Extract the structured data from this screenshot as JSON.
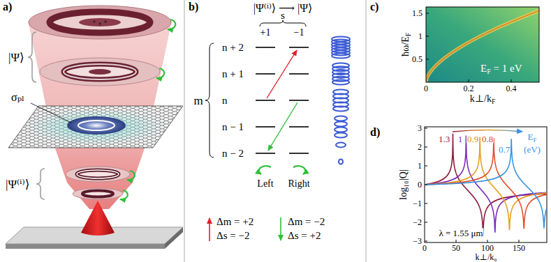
{
  "diagram": {
    "labels": [
      "a)",
      "|Ψ⟩",
      "σₚₗ",
      "|Ψ⁽ⁱ⁾⟩",
      "b)",
      "|Ψ⁽ⁱ⁾⟩ ⟶ |Ψ⟩",
      "s",
      "+1",
      "−1",
      "n + 2",
      "n + 1",
      "n",
      "n − 1",
      "n − 2",
      "m",
      "Left",
      "Right",
      "Δm = +2",
      "Δs = −2",
      "Δm = −2",
      "Δs = +2",
      "c)",
      "1.5",
      "1",
      "0.5",
      "0",
      "0.2",
      "0.4",
      "ħω/E",
      "F",
      "k⊥/k",
      "F",
      "E",
      "F",
      "= 1 eV",
      "d)",
      "3",
      "2",
      "1",
      "0",
      "−1",
      "−2",
      "−3",
      "0",
      "50",
      "100",
      "150",
      "log₁₀|Q|",
      "k⊥/k₀",
      "1.3",
      "1",
      "0.9",
      "0.8",
      "0.7",
      "E",
      "F",
      "(eV)",
      "λ = 1.55 μm"
    ]
  }
}
